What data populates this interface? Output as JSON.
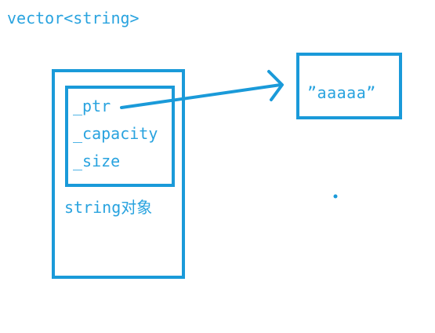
{
  "diagram": {
    "title": "vector<string>",
    "fields": [
      "_ptr",
      "_capacity",
      "_size"
    ],
    "object_label": "string对象",
    "pointed_value": "”aaaaa”"
  },
  "colors": {
    "stroke": "#1a9ad9",
    "text": "#29a3df",
    "background": "#ffffff"
  }
}
